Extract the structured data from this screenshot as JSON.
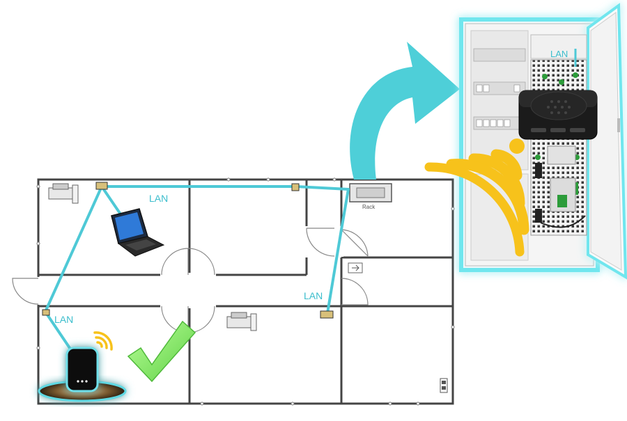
{
  "labels": {
    "lan_top": "LAN",
    "lan_left": "LAN",
    "lan_right": "LAN",
    "lan_cabinet": "LAN",
    "rack": "Rack"
  },
  "colors": {
    "lan_cable": "#4ec9d6",
    "wifi": "#f7c21b",
    "arrow": "#4ecfd8",
    "check": "#8ef06a",
    "wall": "#444444",
    "glow": "#7fe6ee"
  },
  "icons": {
    "router": "wifi-router-icon",
    "laptop": "laptop-icon",
    "check": "checkmark-icon",
    "arrow": "curved-arrow-icon",
    "wifi": "wifi-waves-icon"
  }
}
